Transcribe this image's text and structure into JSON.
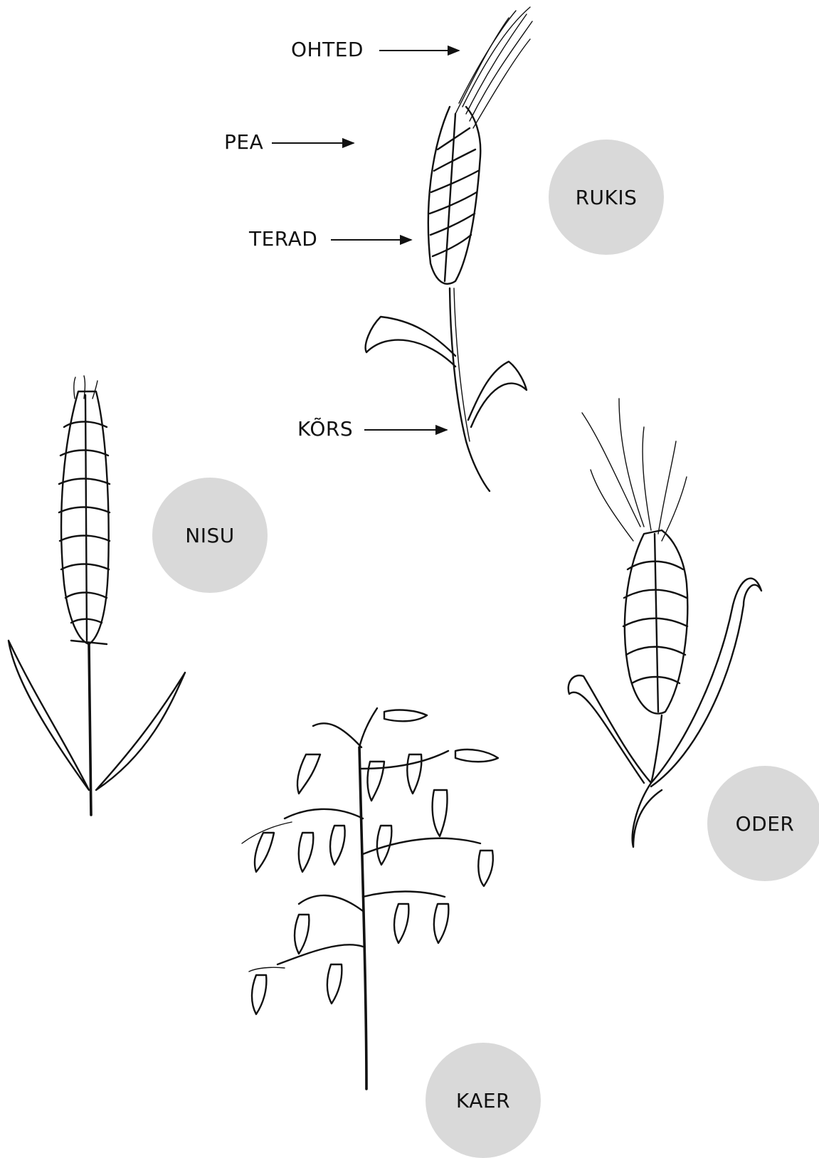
{
  "labels": {
    "awns": "OHTED",
    "head": "PEA",
    "grains": "TERAD",
    "stalk": "KÕRS"
  },
  "plants": {
    "rye": "RUKIS",
    "wheat": "NISU",
    "barley": "ODER",
    "oat": "KAER"
  },
  "colors": {
    "circle": "#d9d9d9",
    "ink": "#111111"
  }
}
